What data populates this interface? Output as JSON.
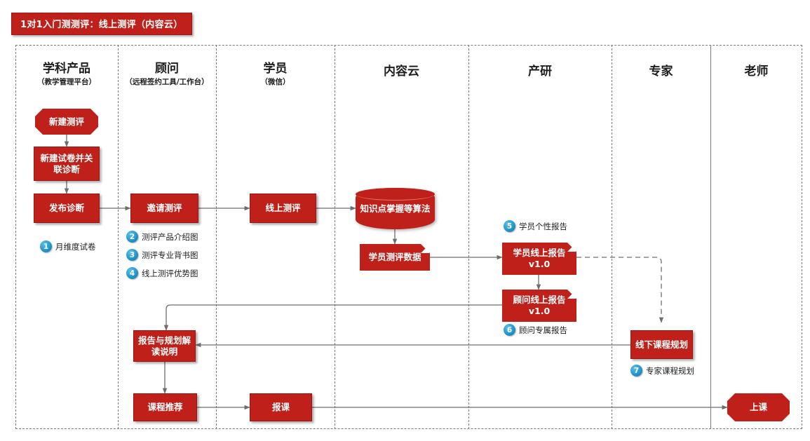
{
  "title": "1对1入门测测评：线上测评（内容云）",
  "lanes": [
    {
      "name": "学科产品",
      "sub": "（教学管理平台）"
    },
    {
      "name": "顾问",
      "sub": "（远程签约工具/工作台）"
    },
    {
      "name": "学员",
      "sub": "（微信）"
    },
    {
      "name": "内容云",
      "sub": ""
    },
    {
      "name": "产研",
      "sub": ""
    },
    {
      "name": "专家",
      "sub": ""
    },
    {
      "name": "老师",
      "sub": ""
    }
  ],
  "nodes": {
    "new_assessment": "新建测评",
    "new_paper": "新建试卷并关联诊断",
    "publish_diag": "发布诊断",
    "invite_assessment": "邀请测评",
    "online_assessment": "线上测评",
    "algorithm": "知识点掌握等算法",
    "student_data": "学员测评数据",
    "student_report": "学员线上报告\nv1.0",
    "student_report_l1": "学员线上报告",
    "student_report_l2": "v1.0",
    "advisor_report_l1": "顾问线上报告",
    "advisor_report_l2": "v1.0",
    "offline_plan": "线下课程规划",
    "report_explain": "报告与规划解读说明",
    "course_recommend": "课程推荐",
    "enroll": "报课",
    "attend_class": "上课"
  },
  "annotations": [
    {
      "num": "1",
      "label": "月维度试卷"
    },
    {
      "num": "2",
      "label": "测评产品介绍图"
    },
    {
      "num": "3",
      "label": "测评专业背书图"
    },
    {
      "num": "4",
      "label": "线上测评优势图"
    },
    {
      "num": "5",
      "label": "学员个性报告"
    },
    {
      "num": "6",
      "label": "顾问专属报告"
    },
    {
      "num": "7",
      "label": "专家课程规划"
    }
  ],
  "colors": {
    "node_fill": "#C0201A",
    "bullet": "#1b8fc4",
    "lane_border": "#7a7a7a",
    "connector": "#6d6d6d"
  }
}
